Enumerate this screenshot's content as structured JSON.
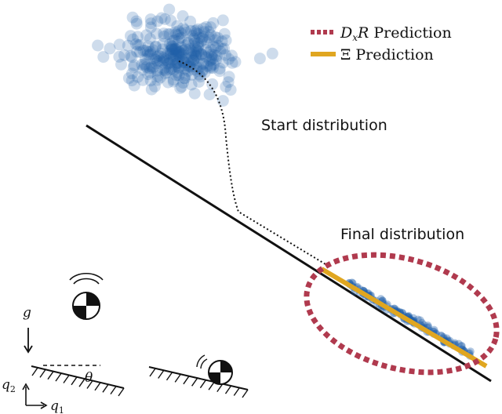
{
  "legend": {
    "items": [
      {
        "math": "DxR",
        "sub": "x",
        "label": "Prediction",
        "style": "dotted",
        "color": "#b03a4e"
      },
      {
        "math": "Ξ",
        "label": "Prediction",
        "style": "solid",
        "color": "#e0a620"
      }
    ]
  },
  "annotations": {
    "start": "Start distribution",
    "final": "Final distribution"
  },
  "inset": {
    "gravity": "g",
    "angle": "θ",
    "q1": "q",
    "q1_sub": "1",
    "q2": "q",
    "q2_sub": "2"
  },
  "colors": {
    "cloud": "#1f5fa8",
    "slope": "#111111",
    "ellipse": "#b03a4e",
    "xi_line": "#e0a620"
  }
}
